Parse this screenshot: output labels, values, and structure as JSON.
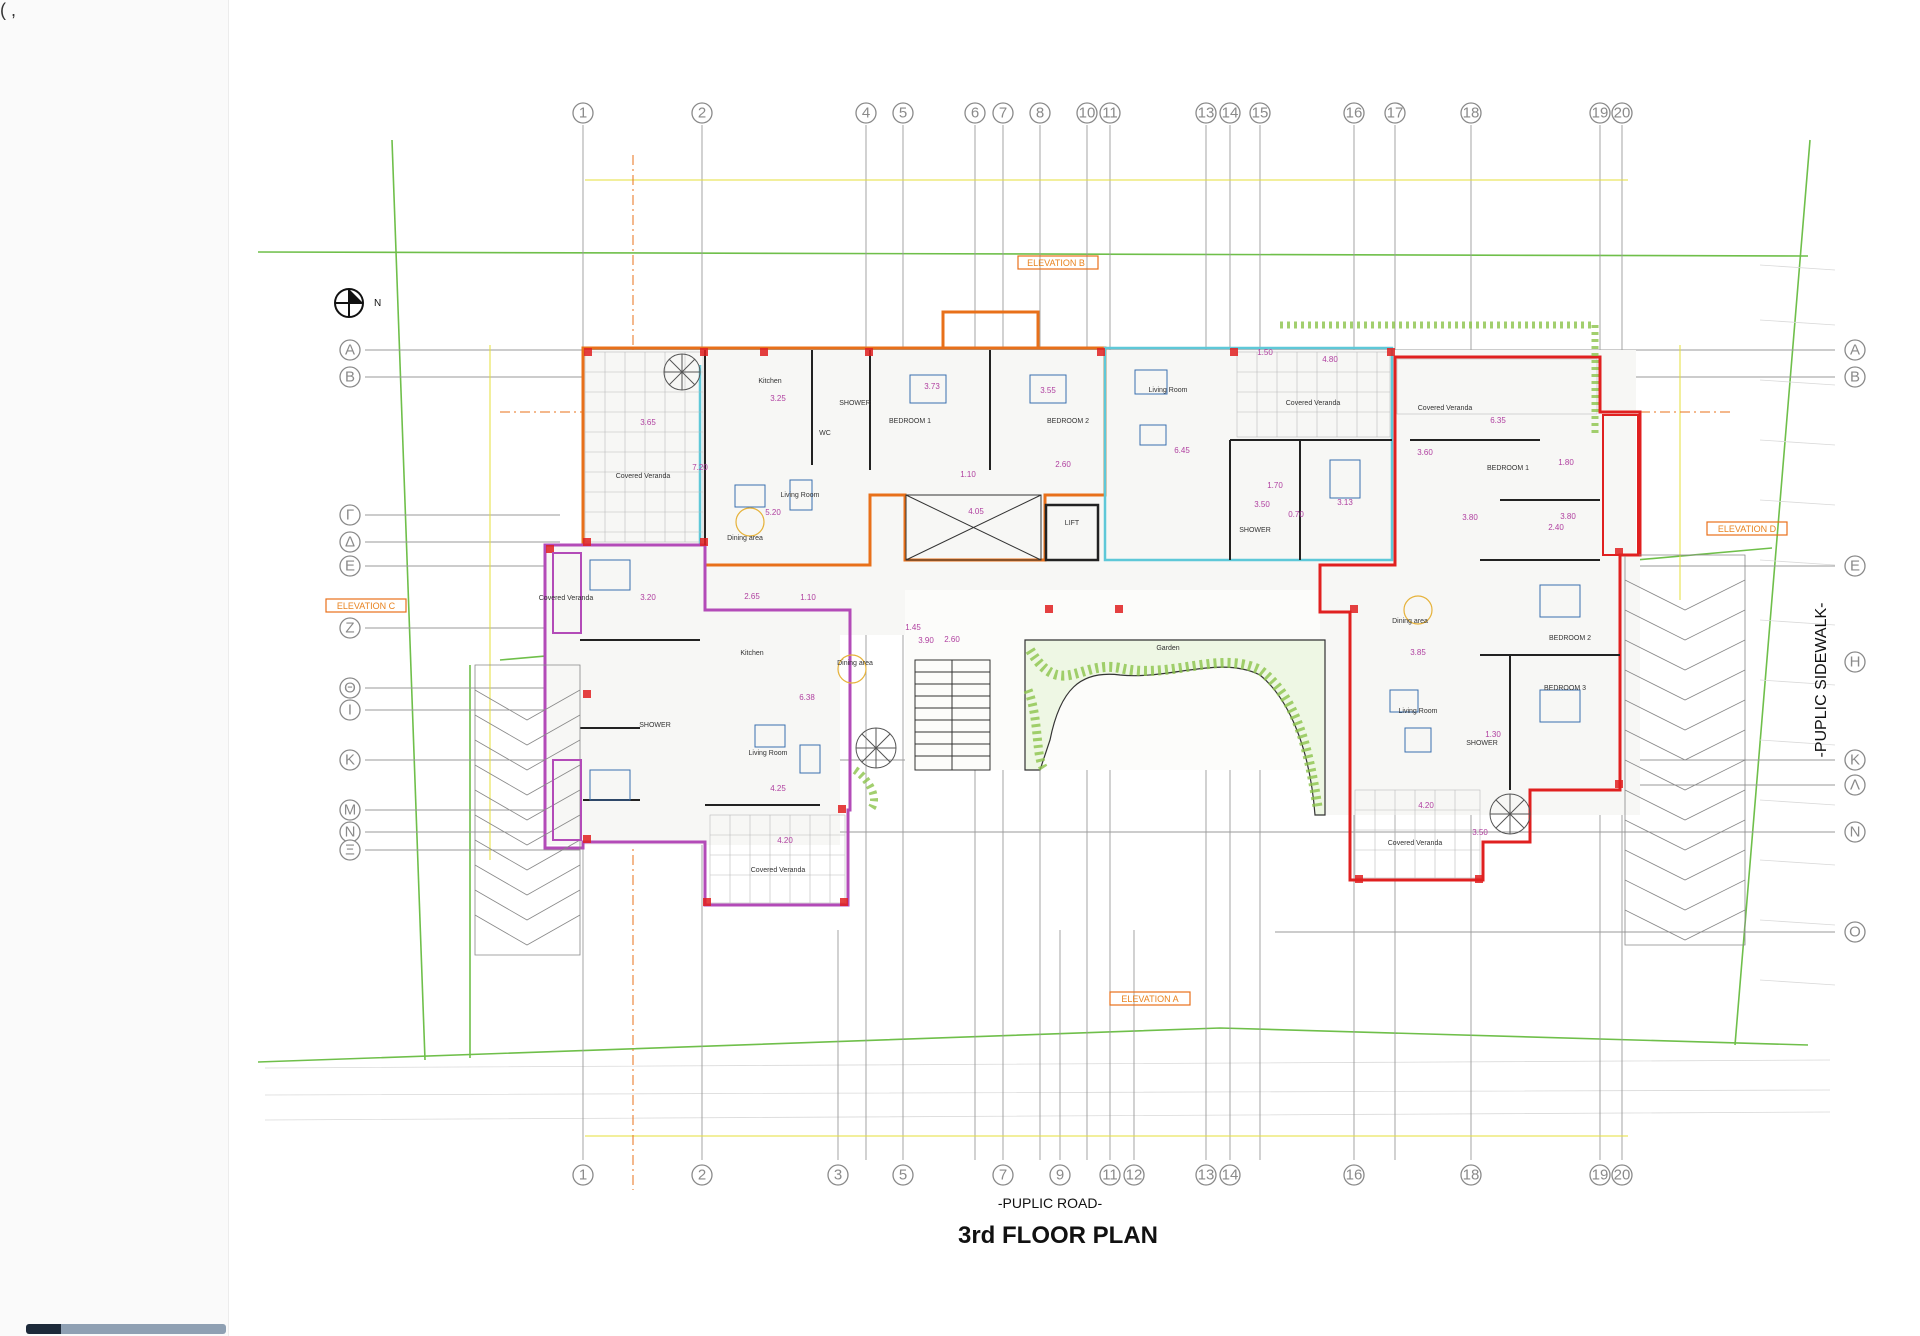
{
  "colors": {
    "orange_unit": "#e8701a",
    "purple_unit": "#b34bb8",
    "red_unit": "#e02020",
    "cyan_unit": "#5ec8d8",
    "site_green": "#6fbf4a",
    "grid_grey": "#9a9a9a",
    "dim_yellow": "#e6df3a",
    "dim_magenta": "#b040a0"
  },
  "corner_mark": "(   ,",
  "title": "3rd  FLOOR PLAN",
  "road_label": "-PUPLIC ROAD-",
  "sidewalk_label": "-PUPLIC SIDEWALK-",
  "north_symbol": "N",
  "elevations": {
    "a": "ELEVATION A",
    "b": "ELEVATION B",
    "c": "ELEVATION C",
    "d": "ELEVATION D"
  },
  "grid_top": [
    "1",
    "2",
    "4",
    "5",
    "6",
    "7",
    "8",
    "10",
    "11",
    "13",
    "14",
    "15",
    "16",
    "17",
    "18",
    "19",
    "20"
  ],
  "grid_bottom": [
    "1",
    "2",
    "3",
    "5",
    "7",
    "9",
    "11",
    "12",
    "13",
    "14",
    "16",
    "18",
    "19",
    "20"
  ],
  "grid_left": [
    "A",
    "B",
    "Γ",
    "Δ",
    "E",
    "Z",
    "Θ",
    "I",
    "K",
    "M",
    "N",
    "Ξ"
  ],
  "grid_right": [
    "A",
    "B",
    "E",
    "H",
    "K",
    "Λ",
    "N",
    "O"
  ],
  "rooms": [
    {
      "key": "covered_veranda_nw",
      "label": "Covered Veranda"
    },
    {
      "key": "kitchen_w",
      "label": "Kitchen"
    },
    {
      "key": "shower_n",
      "label": "SHOWER"
    },
    {
      "key": "bedroom1_n",
      "label": "BEDROOM 1"
    },
    {
      "key": "bedroom2_n",
      "label": "BEDROOM 2"
    },
    {
      "key": "living_room_nw",
      "label": "Living Room"
    },
    {
      "key": "dining_area_nw",
      "label": "Dining area"
    },
    {
      "key": "wc_n",
      "label": "WC"
    },
    {
      "key": "lift",
      "label": "LIFT"
    },
    {
      "key": "living_room_nc",
      "label": "Living Room"
    },
    {
      "key": "covered_veranda_nc",
      "label": "Covered Veranda"
    },
    {
      "key": "shower_nc",
      "label": "SHOWER"
    },
    {
      "key": "covered_veranda_ne",
      "label": "Covered Veranda"
    },
    {
      "key": "bedroom1_e",
      "label": "BEDROOM 1"
    },
    {
      "key": "dining_area_e",
      "label": "Dining area"
    },
    {
      "key": "bedroom2_e",
      "label": "BEDROOM 2"
    },
    {
      "key": "bedroom3_e",
      "label": "BEDROOM 3"
    },
    {
      "key": "living_room_e",
      "label": "Living Room"
    },
    {
      "key": "shower_e",
      "label": "SHOWER"
    },
    {
      "key": "covered_veranda_se",
      "label": "Covered Veranda"
    },
    {
      "key": "garden",
      "label": "Garden"
    },
    {
      "key": "kitchen_sw",
      "label": "Kitchen"
    },
    {
      "key": "dining_area_sw",
      "label": "Dining area"
    },
    {
      "key": "living_room_sw",
      "label": "Living Room"
    },
    {
      "key": "covered_veranda_sw",
      "label": "Covered Veranda"
    },
    {
      "key": "covered_veranda_w",
      "label": "Covered Veranda"
    },
    {
      "key": "shower_w",
      "label": "SHOWER"
    }
  ],
  "dimensions": [
    "3.65",
    "3.25",
    "3.73",
    "3.55",
    "3.80",
    "4.05",
    "2.60",
    "6.45",
    "3.13",
    "4.20",
    "3.80",
    "2.40",
    "1.80",
    "1.10",
    "1.30",
    "3.60",
    "3.85",
    "4.80",
    "6.38",
    "4.25",
    "2.65",
    "1.10",
    "3.20",
    "4.20",
    "3.50",
    "5.20",
    "7.20",
    "1.50",
    "6.35",
    "3.50",
    "3.90",
    "1.70",
    "1.45",
    "2.60",
    "0.70"
  ]
}
